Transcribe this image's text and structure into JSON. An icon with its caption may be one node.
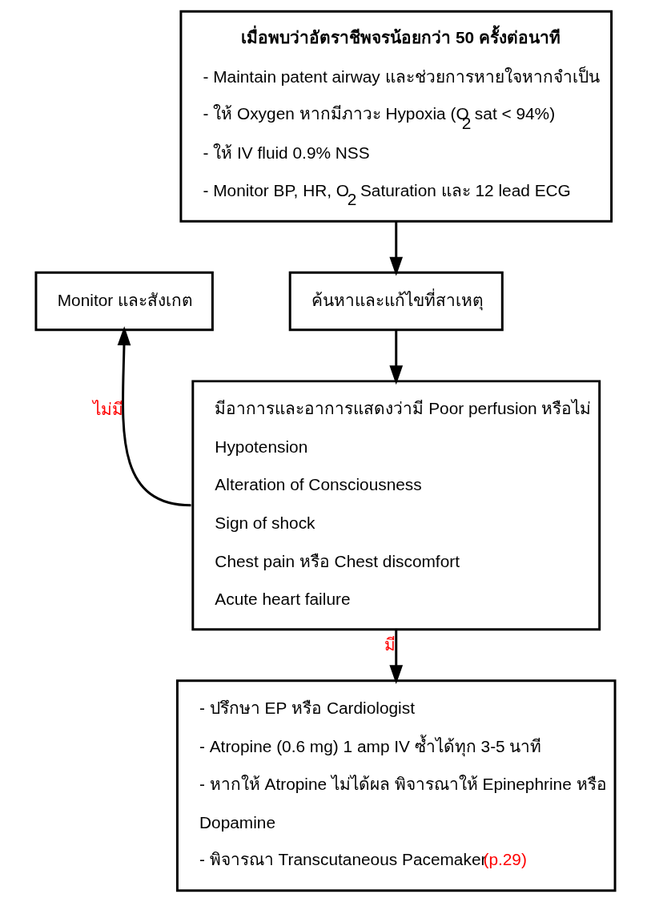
{
  "diagram": {
    "nodes": [
      {
        "text": [
          "เมื่อพบว่าอัตราชีพจรน้อยกว่า 50 ครั้งต่อนาที",
          "- Maintain patent airway และช่วยการหายใจหากจำเป็น",
          "- ให้ Oxygen หากมีภาวะ Hypoxia (O$_{2}$ sat < 94%)",
          "- ให้ IV fluid 0.9% NSS",
          "- Monitor BP, HR, O$_{2}$ Saturation และ 12 lead ECG"
        ]
      },
      {
        "text": [
          "ค้นหาและแก้ไขที่สาเหตุ"
        ]
      },
      {
        "text": [
          "Monitor และสังเกต"
        ]
      },
      {
        "text": [
          "มีอาการและอาการแสดงว่ามี Poor perfusion หรือไม่",
          "Hypotension",
          "Alteration of Consciousness",
          "Sign of shock",
          "Chest pain หรือ Chest discomfort",
          "Acute heart failure"
        ]
      },
      {
        "text": [
          "- ปรึกษา EP หรือ Cardiologist",
          "- Atropine (0.6 mg) 1 amp IV ซ้ำได้ทุก 3-5 นาที",
          "- หากให้ Atropine ไม่ได้ผล พิจารณาให้ Epinephrine หรือ Dopamine",
          "- พิจารณา Transcutaneous Pacemaker",
          "(p.29)"
        ]
      }
    ],
    "edges": [
      {
        "from": 0,
        "to": 1,
        "arrow": "to"
      },
      {
        "from": 1,
        "to": 3,
        "arrow": "to"
      },
      {
        "from": 3,
        "to": 2,
        "arrow": "to",
        "label": "ไม่มี"
      },
      {
        "from": 3,
        "to": 4,
        "arrow": "to",
        "label": "มี"
      }
    ]
  }
}
